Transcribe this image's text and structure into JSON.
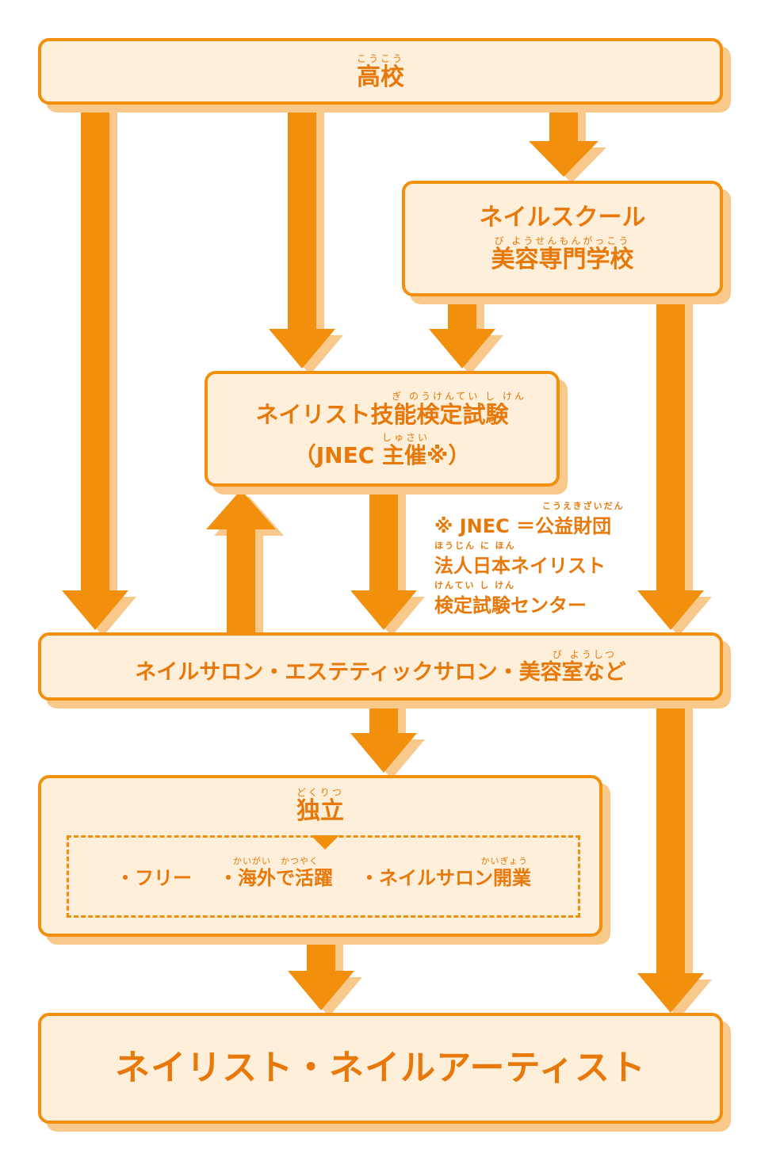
{
  "high_school": {
    "ruby": "こうこう",
    "label": "高校"
  },
  "nail_school": {
    "line1": "ネイルスクール",
    "ruby": "び ようせんもんがっこう",
    "line2": "美容専門学校"
  },
  "exam": {
    "ruby": "ぎ のうけんてい し けん",
    "line1": "ネイリスト技能検定試験",
    "ruby2": "しゅさい",
    "line2": "（JNEC 主催※）"
  },
  "note": {
    "ruby1": "こうえきざいだん",
    "line1": "※ JNEC ＝公益財団",
    "ruby2": "ほうじん に ほん",
    "line2": "法人日本ネイリスト",
    "ruby3": "けんてい し けん",
    "line3": "検定試験センター"
  },
  "salon": {
    "ruby": "び ようしつ",
    "label": "ネイルサロン・エステティックサロン・美容室など"
  },
  "independent": {
    "ruby": "どくりつ",
    "label": "独立",
    "options": [
      {
        "label": "・フリー",
        "ruby": ""
      },
      {
        "label": "・海外で活躍",
        "ruby": "かいがい　かつやく"
      },
      {
        "label": "・ネイルサロン開業",
        "ruby": "かいぎょう"
      }
    ]
  },
  "goal": {
    "label": "ネイリスト・ネイルアーティスト"
  },
  "colors": {
    "accent": "#f2900d",
    "shadow": "#f9c98c",
    "fill": "#fdefd9",
    "text": "#e8780a"
  }
}
